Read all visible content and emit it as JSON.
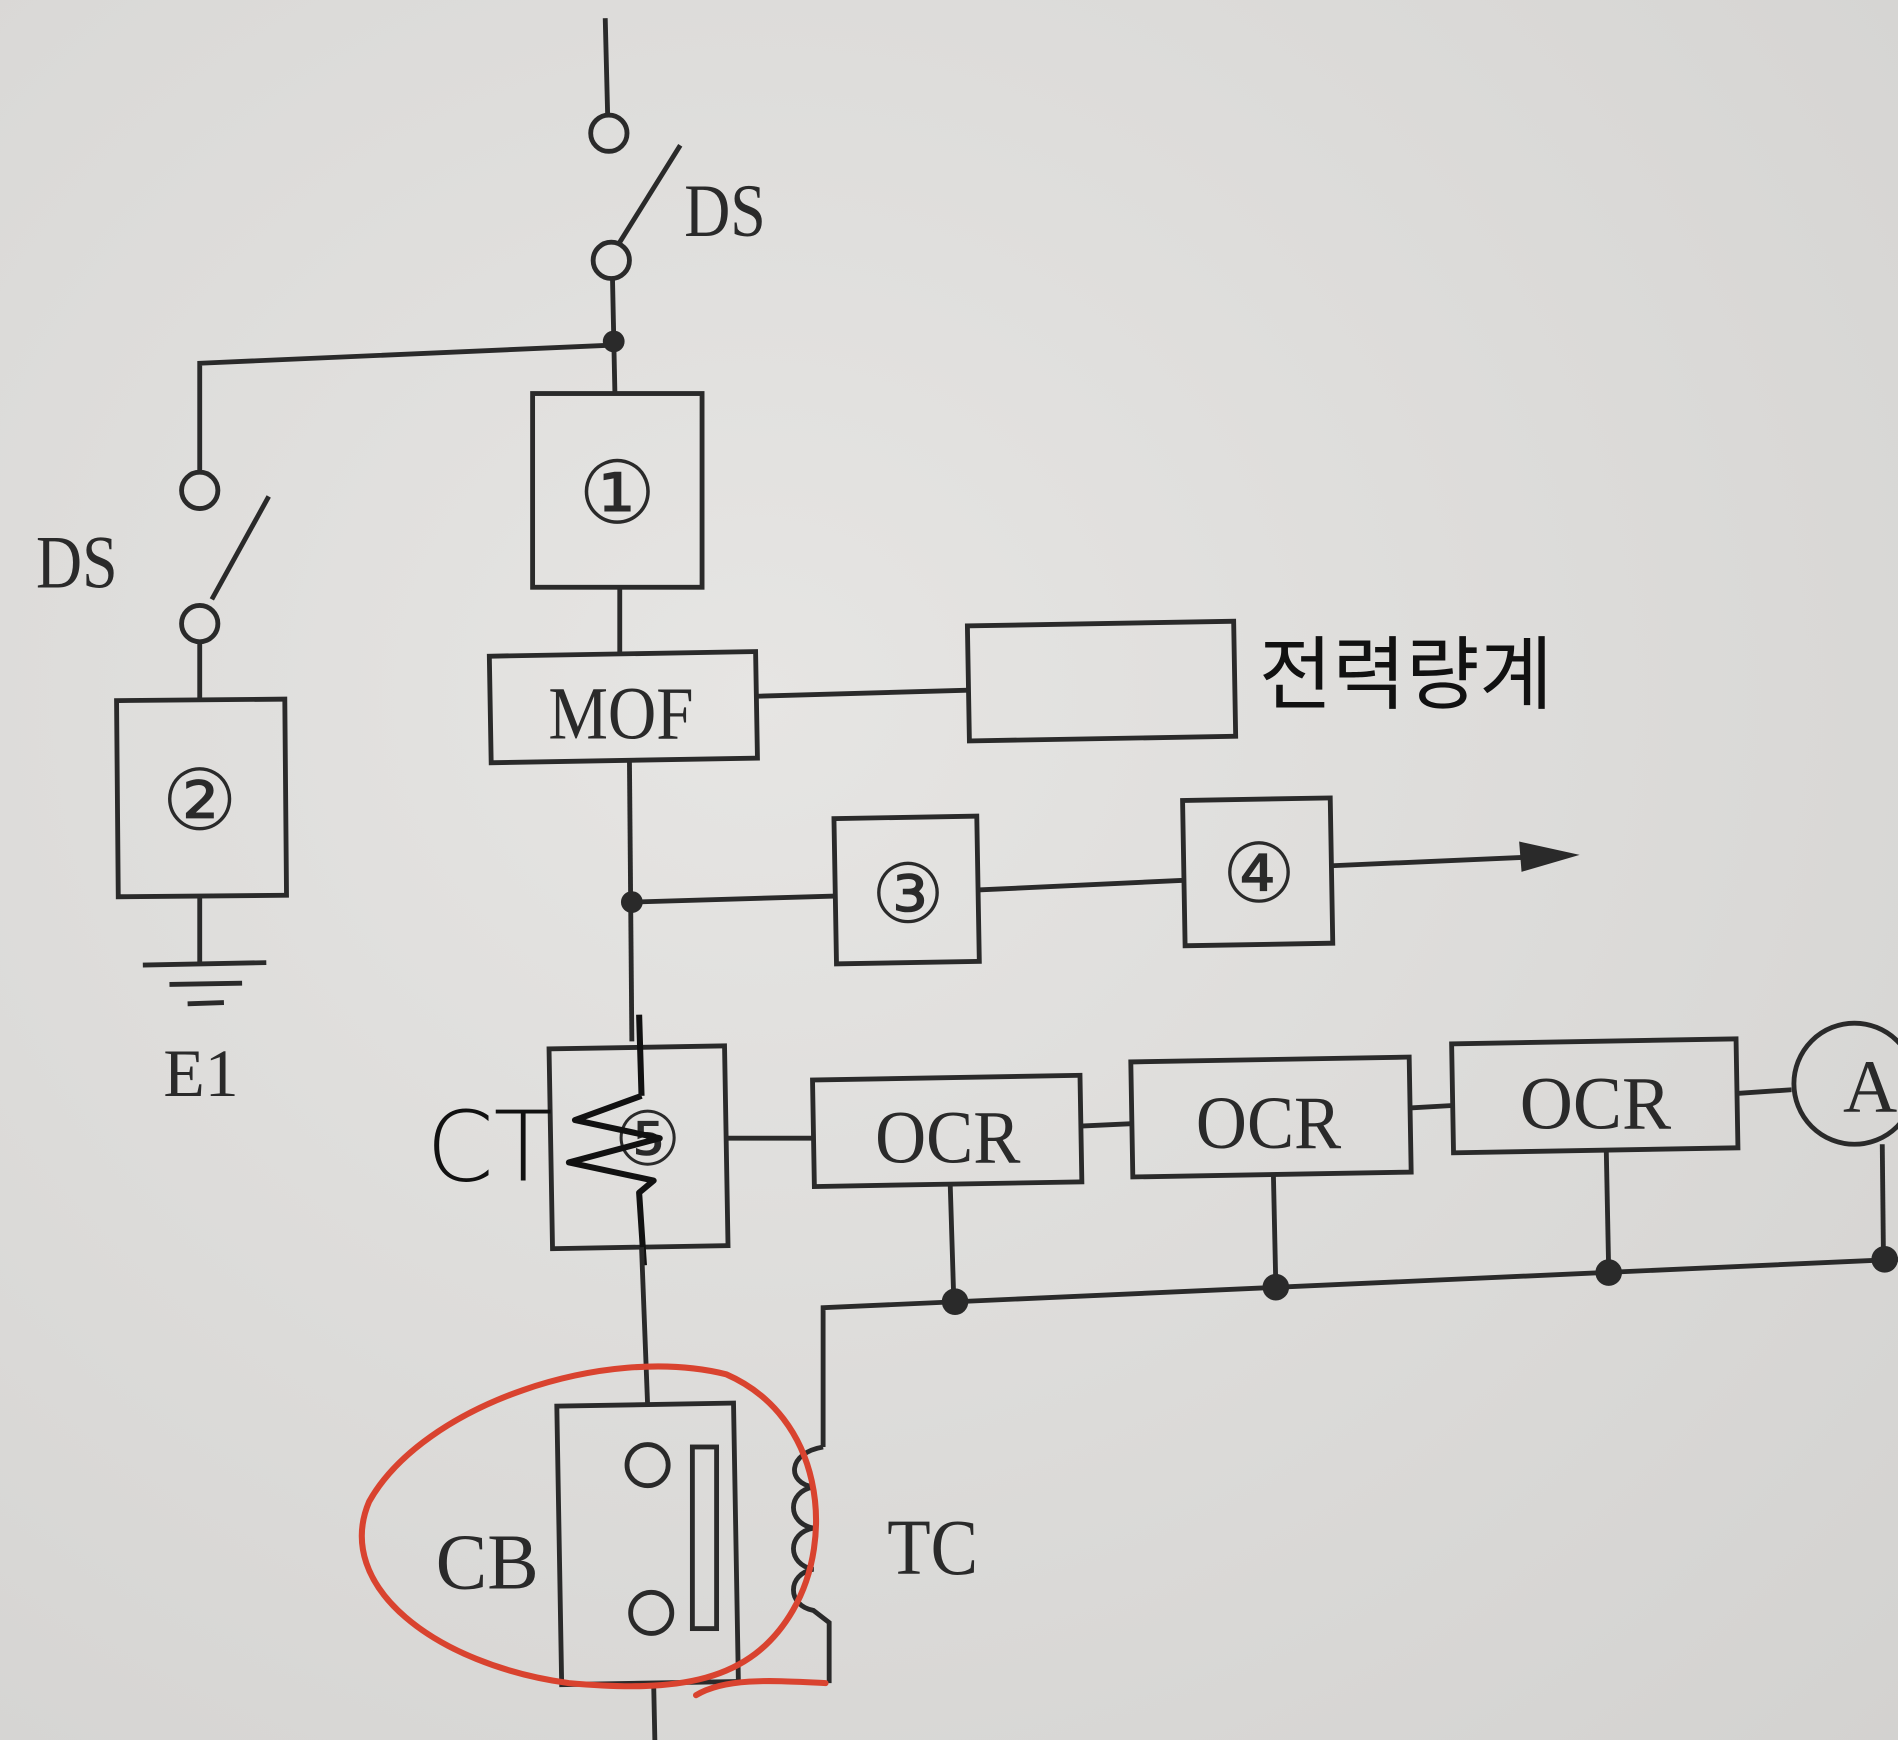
{
  "diagram": {
    "labels": {
      "ds_top": "DS",
      "ds_left": "DS",
      "box1": "①",
      "box2": "②",
      "ground": "E1",
      "mof": "MOF",
      "meter": "전력량계",
      "box3": "③",
      "box4": "④",
      "box5": "⑤",
      "ct_handwritten": "CT",
      "ocr1": "OCR",
      "ocr2": "OCR",
      "ocr3": "OCR",
      "ammeter": "A",
      "cb": "CB",
      "tc": "TC"
    },
    "colors": {
      "line": "#2a2a2a",
      "annotation": "#d9432f",
      "paper": "#dedddb"
    }
  }
}
